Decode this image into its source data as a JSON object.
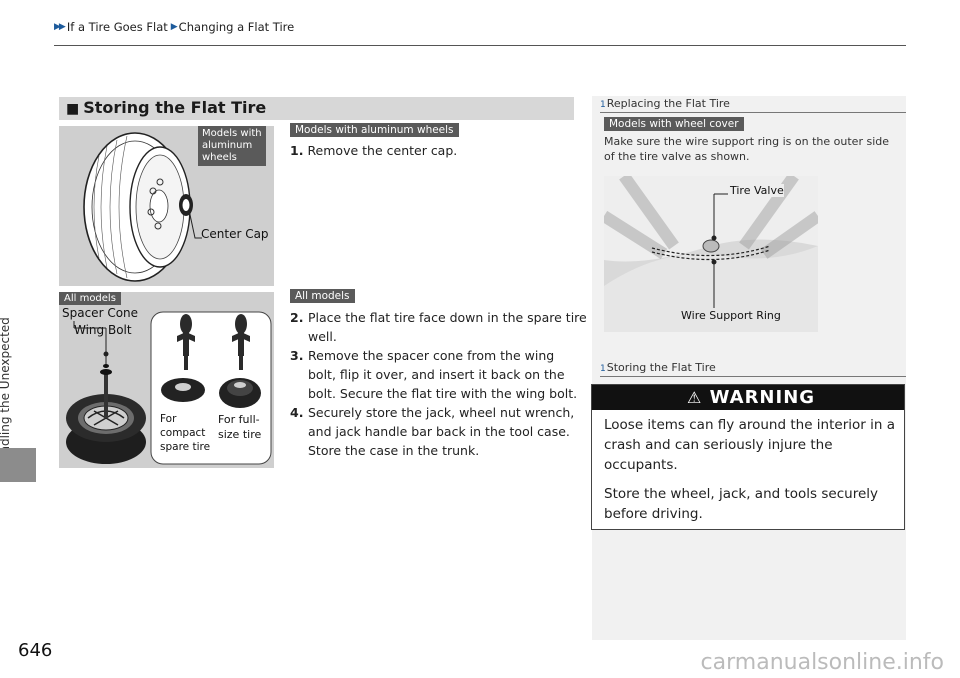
{
  "breadcrumb": {
    "item1": "If a Tire Goes Flat",
    "item2": "Changing a Flat Tire"
  },
  "side_tab": {
    "label": "Handling the Unexpected"
  },
  "page_number": "646",
  "section": {
    "marker": "■",
    "title": "Storing the Flat Tire"
  },
  "figure1": {
    "tag": "Models with aluminum wheels",
    "tag_line1": "Models with",
    "tag_line2": "aluminum",
    "tag_line3": "wheels",
    "label_center_cap": "Center Cap"
  },
  "figure2": {
    "tag": "All models",
    "label_spacer_cone": "Spacer Cone",
    "label_wing_bolt": "Wing Bolt",
    "label_compact_1": "For",
    "label_compact_2": "compact",
    "label_compact_3": "spare tire",
    "label_full_1": "For full-",
    "label_full_2": "size tire"
  },
  "instructions": {
    "tag_aluminum": "Models with aluminum wheels",
    "step1_num": "1.",
    "step1_text": "Remove the center cap.",
    "tag_all": "All models",
    "step2_num": "2.",
    "step2_line1": "Place the flat tire face down in the spare tire",
    "step2_line2": "well.",
    "step3_num": "3.",
    "step3_line1": "Remove the spacer cone from the wing",
    "step3_line2": "bolt, flip it over, and insert it back on the",
    "step3_line3": "bolt. Secure the flat tire with the wing bolt.",
    "step4_num": "4.",
    "step4_line1": "Securely store the jack, wheel nut wrench,",
    "step4_line2": "and jack handle bar back in the tool case.",
    "step4_line3": "Store the case in the trunk."
  },
  "sidebar": {
    "ref1_num": "1",
    "ref1_title": "Replacing the Flat Tire",
    "ref1_tag": "Models with wheel cover",
    "ref1_note_line1": "Make sure the wire support ring is on the outer side",
    "ref1_note_line2": "of the tire valve as shown.",
    "label_tire_valve": "Tire Valve",
    "label_wire_ring": "Wire Support Ring",
    "ref2_num": "1",
    "ref2_title": "Storing the Flat Tire",
    "warning_title": "WARNING",
    "warning_line1": "Loose items can fly around the interior in a",
    "warning_line2": "crash and can seriously injure the",
    "warning_line3": "occupants.",
    "warning_line4": "Store the wheel, jack, and tools securely",
    "warning_line5": "before driving."
  },
  "watermark": "carmanualsonline.info"
}
